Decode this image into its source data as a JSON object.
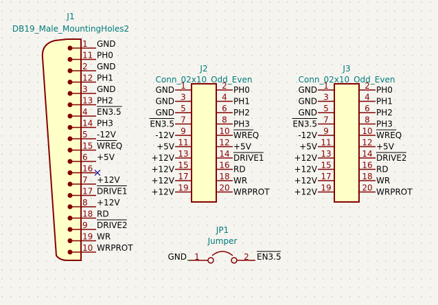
{
  "colors": {
    "background": "#f5f4ef",
    "grid": "#b8b8b8",
    "body_outline": "#840000",
    "body_fill": "#ffffc8",
    "pin_number": "#8a0000",
    "reference": "#007b7b",
    "text": "#000000"
  },
  "j1": {
    "ref": "J1",
    "value": "DB19_Male_MountingHoles2",
    "pins": [
      {
        "num": "1",
        "name": "GND"
      },
      {
        "num": "11",
        "name": "PH0"
      },
      {
        "num": "2",
        "name": "GND"
      },
      {
        "num": "12",
        "name": "PH1"
      },
      {
        "num": "3",
        "name": "GND"
      },
      {
        "num": "13",
        "name": "PH2"
      },
      {
        "num": "4",
        "name": "EN3.5",
        "overbar": true
      },
      {
        "num": "14",
        "name": "PH3"
      },
      {
        "num": "5",
        "name": "-12V"
      },
      {
        "num": "15",
        "name": "WREQ",
        "overbar": true
      },
      {
        "num": "6",
        "name": "+5V"
      },
      {
        "num": "16",
        "name": "",
        "noconnect": true
      },
      {
        "num": "7",
        "name": "+12V"
      },
      {
        "num": "17",
        "name": "DRIVE1",
        "overbar": true
      },
      {
        "num": "8",
        "name": "+12V"
      },
      {
        "num": "18",
        "name": "RD"
      },
      {
        "num": "9",
        "name": "DRIVE2",
        "overbar": true
      },
      {
        "num": "19",
        "name": "WR"
      },
      {
        "num": "10",
        "name": "WRPROT"
      }
    ]
  },
  "headers": [
    {
      "ref": "J2",
      "value": "Conn_02x10_Odd_Even",
      "rows": [
        {
          "l_net": "GND",
          "l_num": "1",
          "r_num": "2",
          "r_net": "PH0"
        },
        {
          "l_net": "GND",
          "l_num": "3",
          "r_num": "4",
          "r_net": "PH1"
        },
        {
          "l_net": "GND",
          "l_num": "5",
          "r_num": "6",
          "r_net": "PH2"
        },
        {
          "l_net": "EN3.5",
          "l_over": true,
          "l_num": "7",
          "r_num": "8",
          "r_net": "PH3"
        },
        {
          "l_net": "-12V",
          "l_num": "9",
          "r_num": "10",
          "r_net": "WREQ",
          "r_over": true
        },
        {
          "l_net": "+5V",
          "l_num": "11",
          "r_num": "12",
          "r_net": "+5V"
        },
        {
          "l_net": "+12V",
          "l_num": "13",
          "r_num": "14",
          "r_net": "DRIVE1",
          "r_over": true
        },
        {
          "l_net": "+12V",
          "l_num": "15",
          "r_num": "16",
          "r_net": "RD"
        },
        {
          "l_net": "+12V",
          "l_num": "17",
          "r_num": "18",
          "r_net": "WR"
        },
        {
          "l_net": "+12V",
          "l_num": "19",
          "r_num": "20",
          "r_net": "WRPROT"
        }
      ]
    },
    {
      "ref": "J3",
      "value": "Conn_02x10_Odd_Even",
      "rows": [
        {
          "l_net": "GND",
          "l_num": "1",
          "r_num": "2",
          "r_net": "PH0"
        },
        {
          "l_net": "GND",
          "l_num": "3",
          "r_num": "4",
          "r_net": "PH1"
        },
        {
          "l_net": "GND",
          "l_num": "5",
          "r_num": "6",
          "r_net": "PH2"
        },
        {
          "l_net": "EN3.5",
          "l_over": true,
          "l_num": "7",
          "r_num": "8",
          "r_net": "PH3"
        },
        {
          "l_net": "-12V",
          "l_num": "9",
          "r_num": "10",
          "r_net": "WREQ",
          "r_over": true
        },
        {
          "l_net": "+5V",
          "l_num": "11",
          "r_num": "12",
          "r_net": "+5V"
        },
        {
          "l_net": "+12V",
          "l_num": "13",
          "r_num": "14",
          "r_net": "DRIVE2",
          "r_over": true
        },
        {
          "l_net": "+12V",
          "l_num": "15",
          "r_num": "16",
          "r_net": "RD"
        },
        {
          "l_net": "+12V",
          "l_num": "17",
          "r_num": "18",
          "r_net": "WR"
        },
        {
          "l_net": "+12V",
          "l_num": "19",
          "r_num": "20",
          "r_net": "WRPROT"
        }
      ]
    }
  ],
  "jp1": {
    "ref": "JP1",
    "value": "Jumper",
    "left_net": "GND",
    "left_num": "1",
    "right_num": "2",
    "right_net": "EN3.5",
    "right_over": true
  }
}
